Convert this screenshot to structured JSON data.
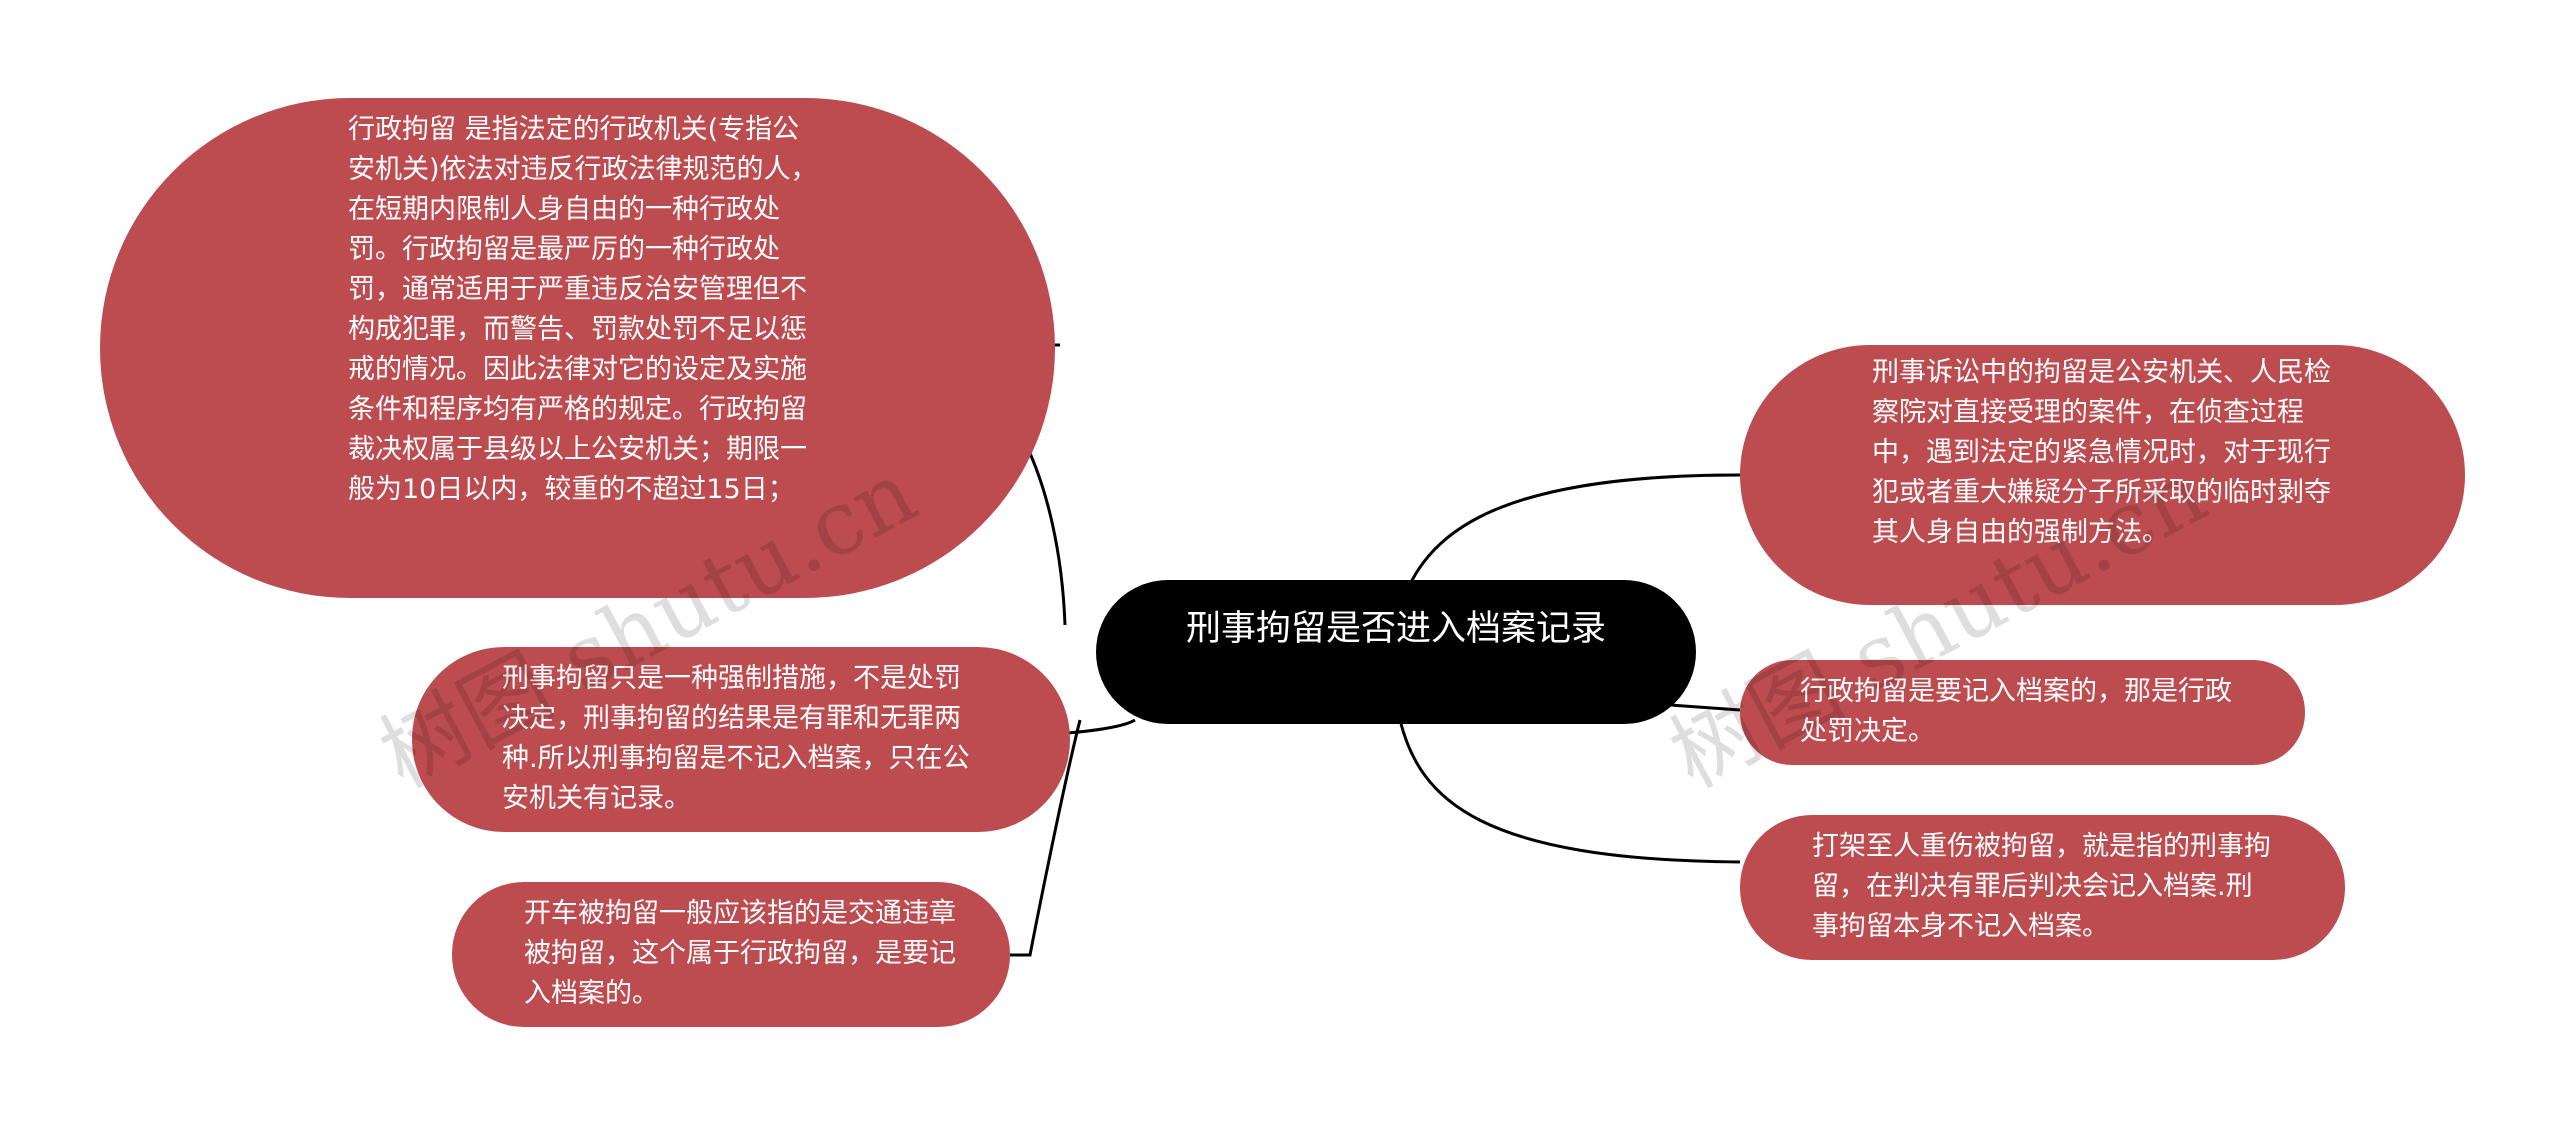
{
  "root": {
    "text": "刑事拘留是否进入档案记录"
  },
  "nodes": {
    "admin_detention": "行政拘留 是指法定的行政机关(专指公安机关)依法对违反行政法律规范的人，在短期内限制人身自由的一种行政处罚。行政拘留是最严厉的一种行政处罚，通常适用于严重违反治安管理但不构成犯罪，而警告、罚款处罚不足以惩戒的情况。因此法律对它的设定及实施条件和程序均有严格的规定。行政拘留裁决权属于县级以上公安机关；期限一般为10日以内，较重的不超过15日；",
    "criminal_measure": "刑事拘留只是一种强制措施，不是处罚决定，刑事拘留的结果是有罪和无罪两种.所以刑事拘留是不记入档案，只在公安机关有记录。",
    "traffic": "开车被拘留一般应该指的是交通违章被拘留，这个属于行政拘留，是要记入档案的。",
    "criminal_definition": "刑事诉讼中的拘留是公安机关、人民检察院对直接受理的案件，在侦查过程中，遇到法定的紧急情况时，对于现行犯或者重大嫌疑分子所采取的临时剥夺其人身自由的强制方法。",
    "admin_record": "行政拘留是要记入档案的，那是行政处罚决定。",
    "fight": "打架至人重伤被拘留，就是指的刑事拘留，在判决有罪后判决会记入档案.刑事拘留本身不记入档案。"
  },
  "watermark": {
    "text": "树图 shutu.cn"
  },
  "colors": {
    "node_fill": "#bc4c4f",
    "root_fill": "#000000",
    "link": "#000000"
  }
}
